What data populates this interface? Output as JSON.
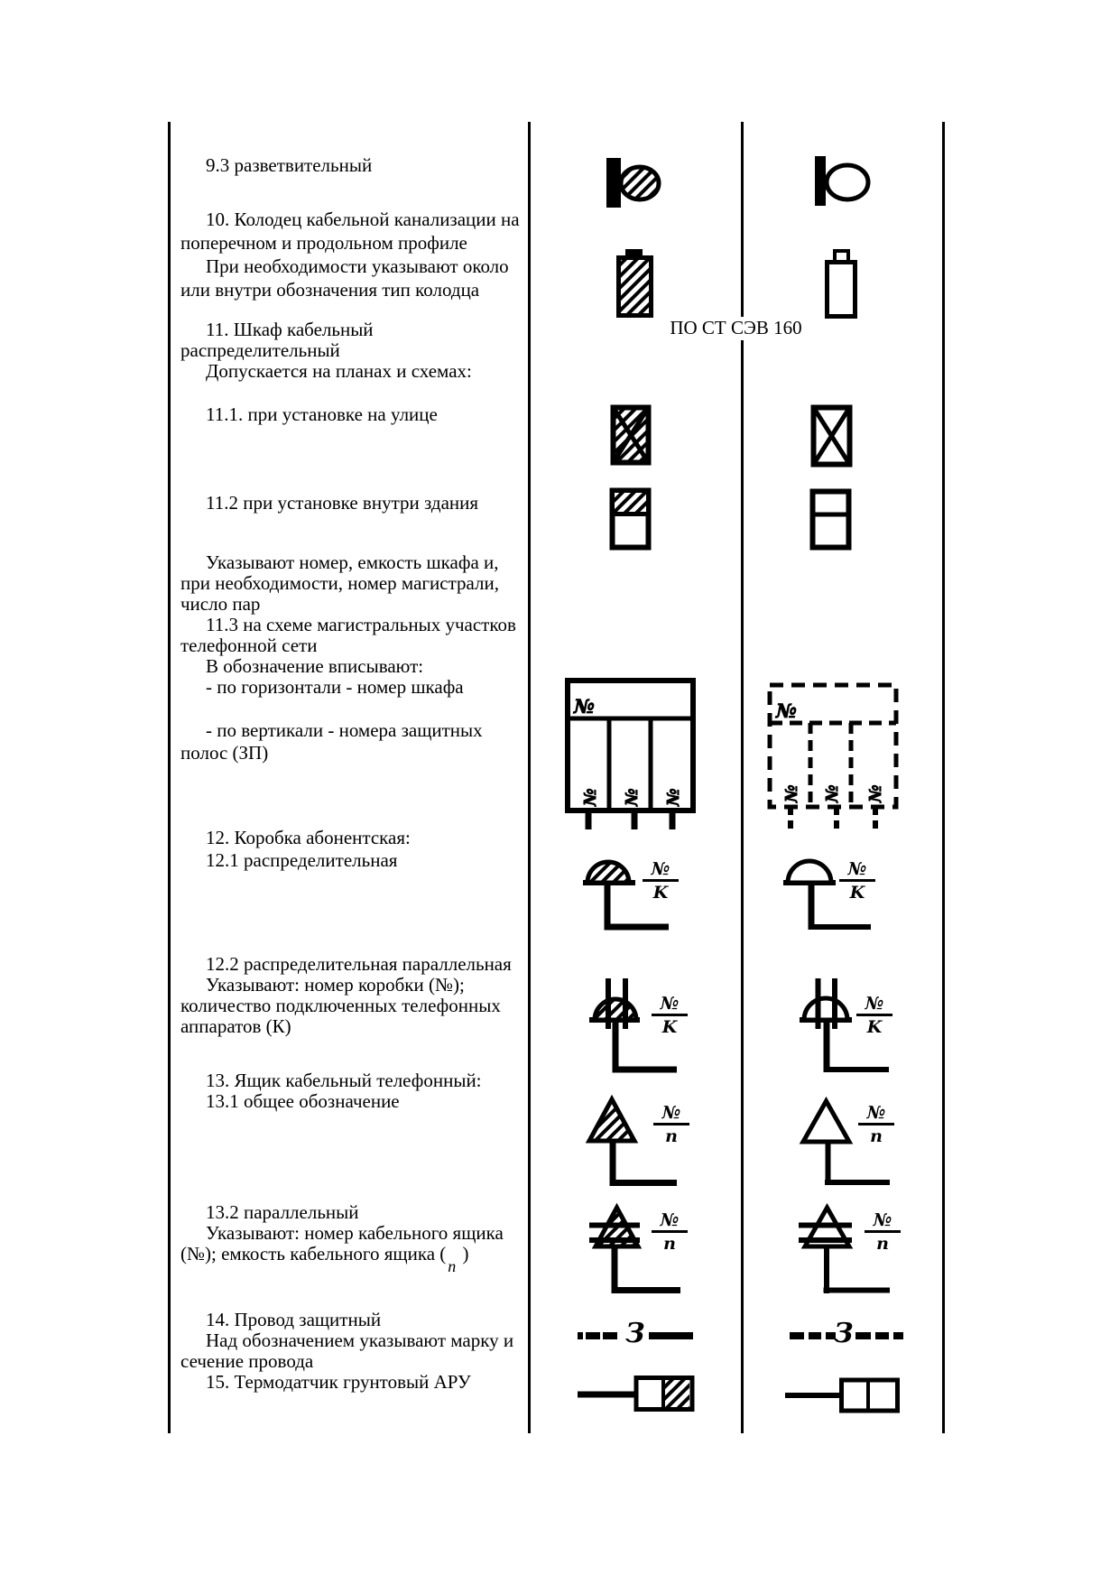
{
  "page": {
    "paper_color": "#ffffff",
    "ink_color": "#000000"
  },
  "header": {
    "standard_note": "ПО СТ СЭВ 160"
  },
  "left_column": {
    "paragraphs": [
      {
        "lines": [
          {
            "t": "9.3 разветвительный",
            "i": 1
          }
        ]
      },
      {
        "lines": [
          {
            "t": "10. Колодец кабельной канализации на",
            "i": 1
          },
          {
            "t": "поперечном и продольном профиле"
          },
          {
            "t": "При необходимости указывают около",
            "i": 1
          },
          {
            "t": "или внутри обозначения тип колодца"
          }
        ]
      },
      {
        "lines": [
          {
            "t": "11. Шкаф кабельный",
            "i": 1
          },
          {
            "t": "распределительный"
          },
          {
            "t": "Допускается на планах и схемах:",
            "i": 1
          }
        ]
      },
      {
        "lines": [
          {
            "t": "11.1. при установке на улице",
            "i": 1
          }
        ]
      },
      {
        "lines": [
          {
            "t": "11.2 при установке внутри здания",
            "i": 1
          }
        ]
      },
      {
        "lines": [
          {
            "t": "Указывают номер, емкость шкафа и,",
            "i": 1
          },
          {
            "t": "при необходимости, номер магистрали,"
          },
          {
            "t": "число пар"
          },
          {
            "t": "11.3 на схеме магистральных участков",
            "i": 1
          },
          {
            "t": "телефонной сети"
          },
          {
            "t": "В обозначение вписывают:",
            "i": 1
          },
          {
            "t": "- по горизонтали - номер шкафа",
            "i": 1
          }
        ]
      },
      {
        "lines": [
          {
            "t": "- по вертикали - номера защитных",
            "i": 1
          },
          {
            "t": "полос (ЗП)"
          }
        ]
      },
      {
        "lines": [
          {
            "t": "12. Коробка абонентская:",
            "i": 1
          },
          {
            "t": "12.1 распределительная",
            "i": 1
          }
        ]
      },
      {
        "lines": [
          {
            "t": "12.2 распределительная параллельная",
            "i": 1
          },
          {
            "t": "Указывают: номер коробки (№);",
            "i": 1
          },
          {
            "t": "количество подключенных телефонных"
          },
          {
            "t": "аппаратов (К)"
          }
        ]
      },
      {
        "lines": [
          {
            "t": "13. Ящик кабельный телефонный:",
            "i": 1
          },
          {
            "t": "13.1 общее обозначение",
            "i": 1
          }
        ]
      },
      {
        "lines": [
          {
            "t": "13.2 параллельный",
            "i": 1
          },
          {
            "t": "Указывают: номер кабельного ящика",
            "i": 1
          },
          {
            "t": "(№); емкость кабельного ящика (",
            "sub": "n",
            "post": " )"
          }
        ]
      },
      {
        "lines": [
          {
            "t": "14. Провод защитный",
            "i": 1
          },
          {
            "t": "Над обозначением указывают марку и",
            "i": 1
          },
          {
            "t": "сечение провода"
          },
          {
            "t": "15. Термодатчик грунтовый АРУ",
            "i": 1
          }
        ]
      }
    ]
  },
  "symbols": {
    "no_label": "№",
    "capacity_k": "K",
    "capacity_n": "n",
    "wire_letter": "З",
    "rows": [
      {
        "item": "9.3",
        "primary": "branch-sleeve-hatched",
        "alt": "branch-sleeve-outline"
      },
      {
        "item": "10",
        "primary": "cable-duct-well-hatched",
        "alt": "cable-duct-well-outline"
      },
      {
        "item": "11.1",
        "primary": "street-cabinet-hatched-x",
        "alt": "street-cabinet-x"
      },
      {
        "item": "11.2",
        "primary": "indoor-cabinet-hatched-top",
        "alt": "indoor-cabinet-divided"
      },
      {
        "item": "11.3",
        "primary": "cabinet-scheme-solid",
        "alt": "cabinet-scheme-dashed"
      },
      {
        "item": "12.1",
        "primary": "subscriber-box-dome-hatched",
        "alt": "subscriber-box-dome-outline"
      },
      {
        "item": "12.2",
        "primary": "subscriber-box-parallel-hatched",
        "alt": "subscriber-box-parallel-outline"
      },
      {
        "item": "13.1",
        "primary": "cable-box-triangle-hatched",
        "alt": "cable-box-triangle-outline"
      },
      {
        "item": "13.2",
        "primary": "cable-box-parallel-hatched",
        "alt": "cable-box-parallel-outline"
      },
      {
        "item": "14",
        "primary": "protective-wire-solid",
        "alt": "protective-wire-dashed"
      },
      {
        "item": "15",
        "primary": "ground-thermo-sensor-hatched",
        "alt": "ground-thermo-sensor-outline"
      }
    ]
  }
}
